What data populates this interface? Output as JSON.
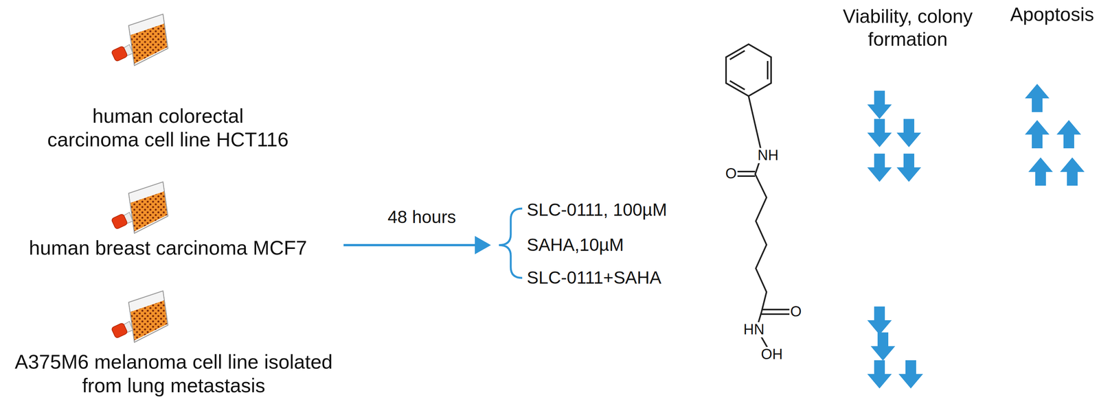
{
  "diagram": {
    "labels": [
      "human colorectal carcinoma cell line HCT116",
      "human breast carcinoma MCF7",
      "A375M6 melanoma cell line isolated from lung metastasis",
      "48 hours",
      "SLC-0111, 100µM",
      "SAHA,10µM",
      "SLC-0111+SAHA",
      "Viability, colony formation",
      "Apoptosis",
      "NH",
      "O",
      "O",
      "HN",
      "OH"
    ]
  }
}
